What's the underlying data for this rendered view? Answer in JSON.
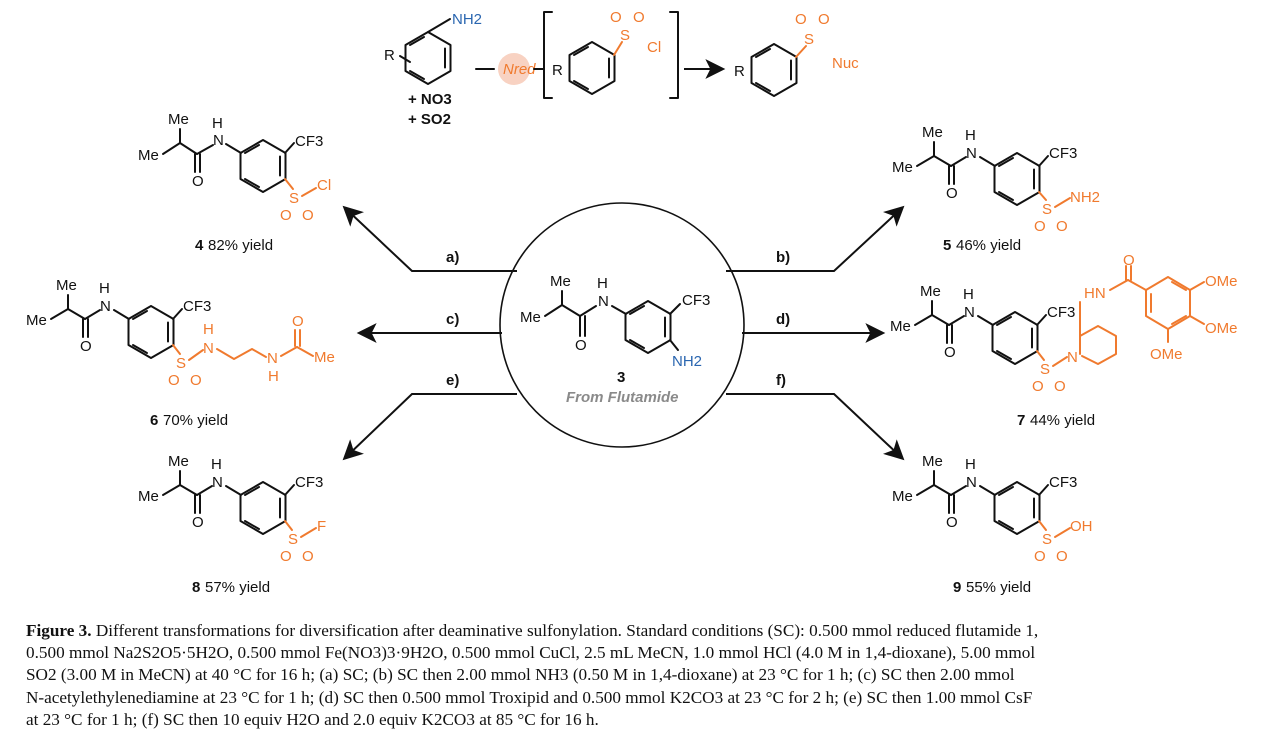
{
  "scheme": {
    "top_reaction": {
      "nh2": "NH2",
      "r": "R",
      "plus_no3": "+ NO3",
      "plus_so2": "+ SO2",
      "nred": "Nred",
      "so2cl_s": "S",
      "so2cl_o": "O",
      "so2cl_cl": "Cl",
      "product_nuc": "Nuc"
    },
    "center": {
      "compound_number": "3",
      "source_label": "From Flutamide",
      "nh2": "NH2",
      "cf3": "CF3"
    },
    "conditions": {
      "a": "a)",
      "b": "b)",
      "c": "c)",
      "d": "d)",
      "e": "e)",
      "f": "f)"
    },
    "products": [
      {
        "number": "4",
        "yield": "82% yield",
        "group": "Cl"
      },
      {
        "number": "5",
        "yield": "46% yield",
        "group": "NH2"
      },
      {
        "number": "6",
        "yield": "70% yield",
        "group": "Me"
      },
      {
        "number": "7",
        "yield": "44% yield",
        "group": "OMe"
      },
      {
        "number": "8",
        "yield": "57% yield",
        "group": "F"
      },
      {
        "number": "9",
        "yield": "55% yield",
        "group": "OH"
      }
    ],
    "labels": {
      "me": "Me",
      "h": "H",
      "n": "N",
      "o": "O",
      "s": "S",
      "cf3": "CF3",
      "hn": "HN",
      "ome": "OMe"
    }
  },
  "caption": {
    "figure_label": "Figure 3.",
    "line1": "Different transformations for diversification after deaminative sulfonylation. Standard conditions (SC): 0.500 mmol reduced flutamide 1,",
    "line2": "0.500 mmol Na2S2O5·5H2O, 0.500 mmol Fe(NO3)3·9H2O, 0.500 mmol CuCl, 2.5 mL MeCN, 1.0 mmol HCl (4.0 M in 1,4-dioxane), 5.00 mmol",
    "line3": "SO2 (3.00 M in MeCN) at 40 °C for 16 h; (a) SC; (b) SC then 2.00 mmol NH3 (0.50 M in 1,4-dioxane) at 23 °C for 1 h; (c) SC then 2.00 mmol",
    "line4": "N-acetylethylenediamine at 23 °C for 1 h; (d) SC then 0.500 mmol Troxipid and 0.500 mmol K2CO3 at 23 °C for 2 h; (e) SC then 1.00 mmol CsF",
    "line5": "at 23 °C for 1 h; (f) SC then 10 equiv H2O and 2.0 equiv K2CO3 at 85 °C for 16 h."
  }
}
